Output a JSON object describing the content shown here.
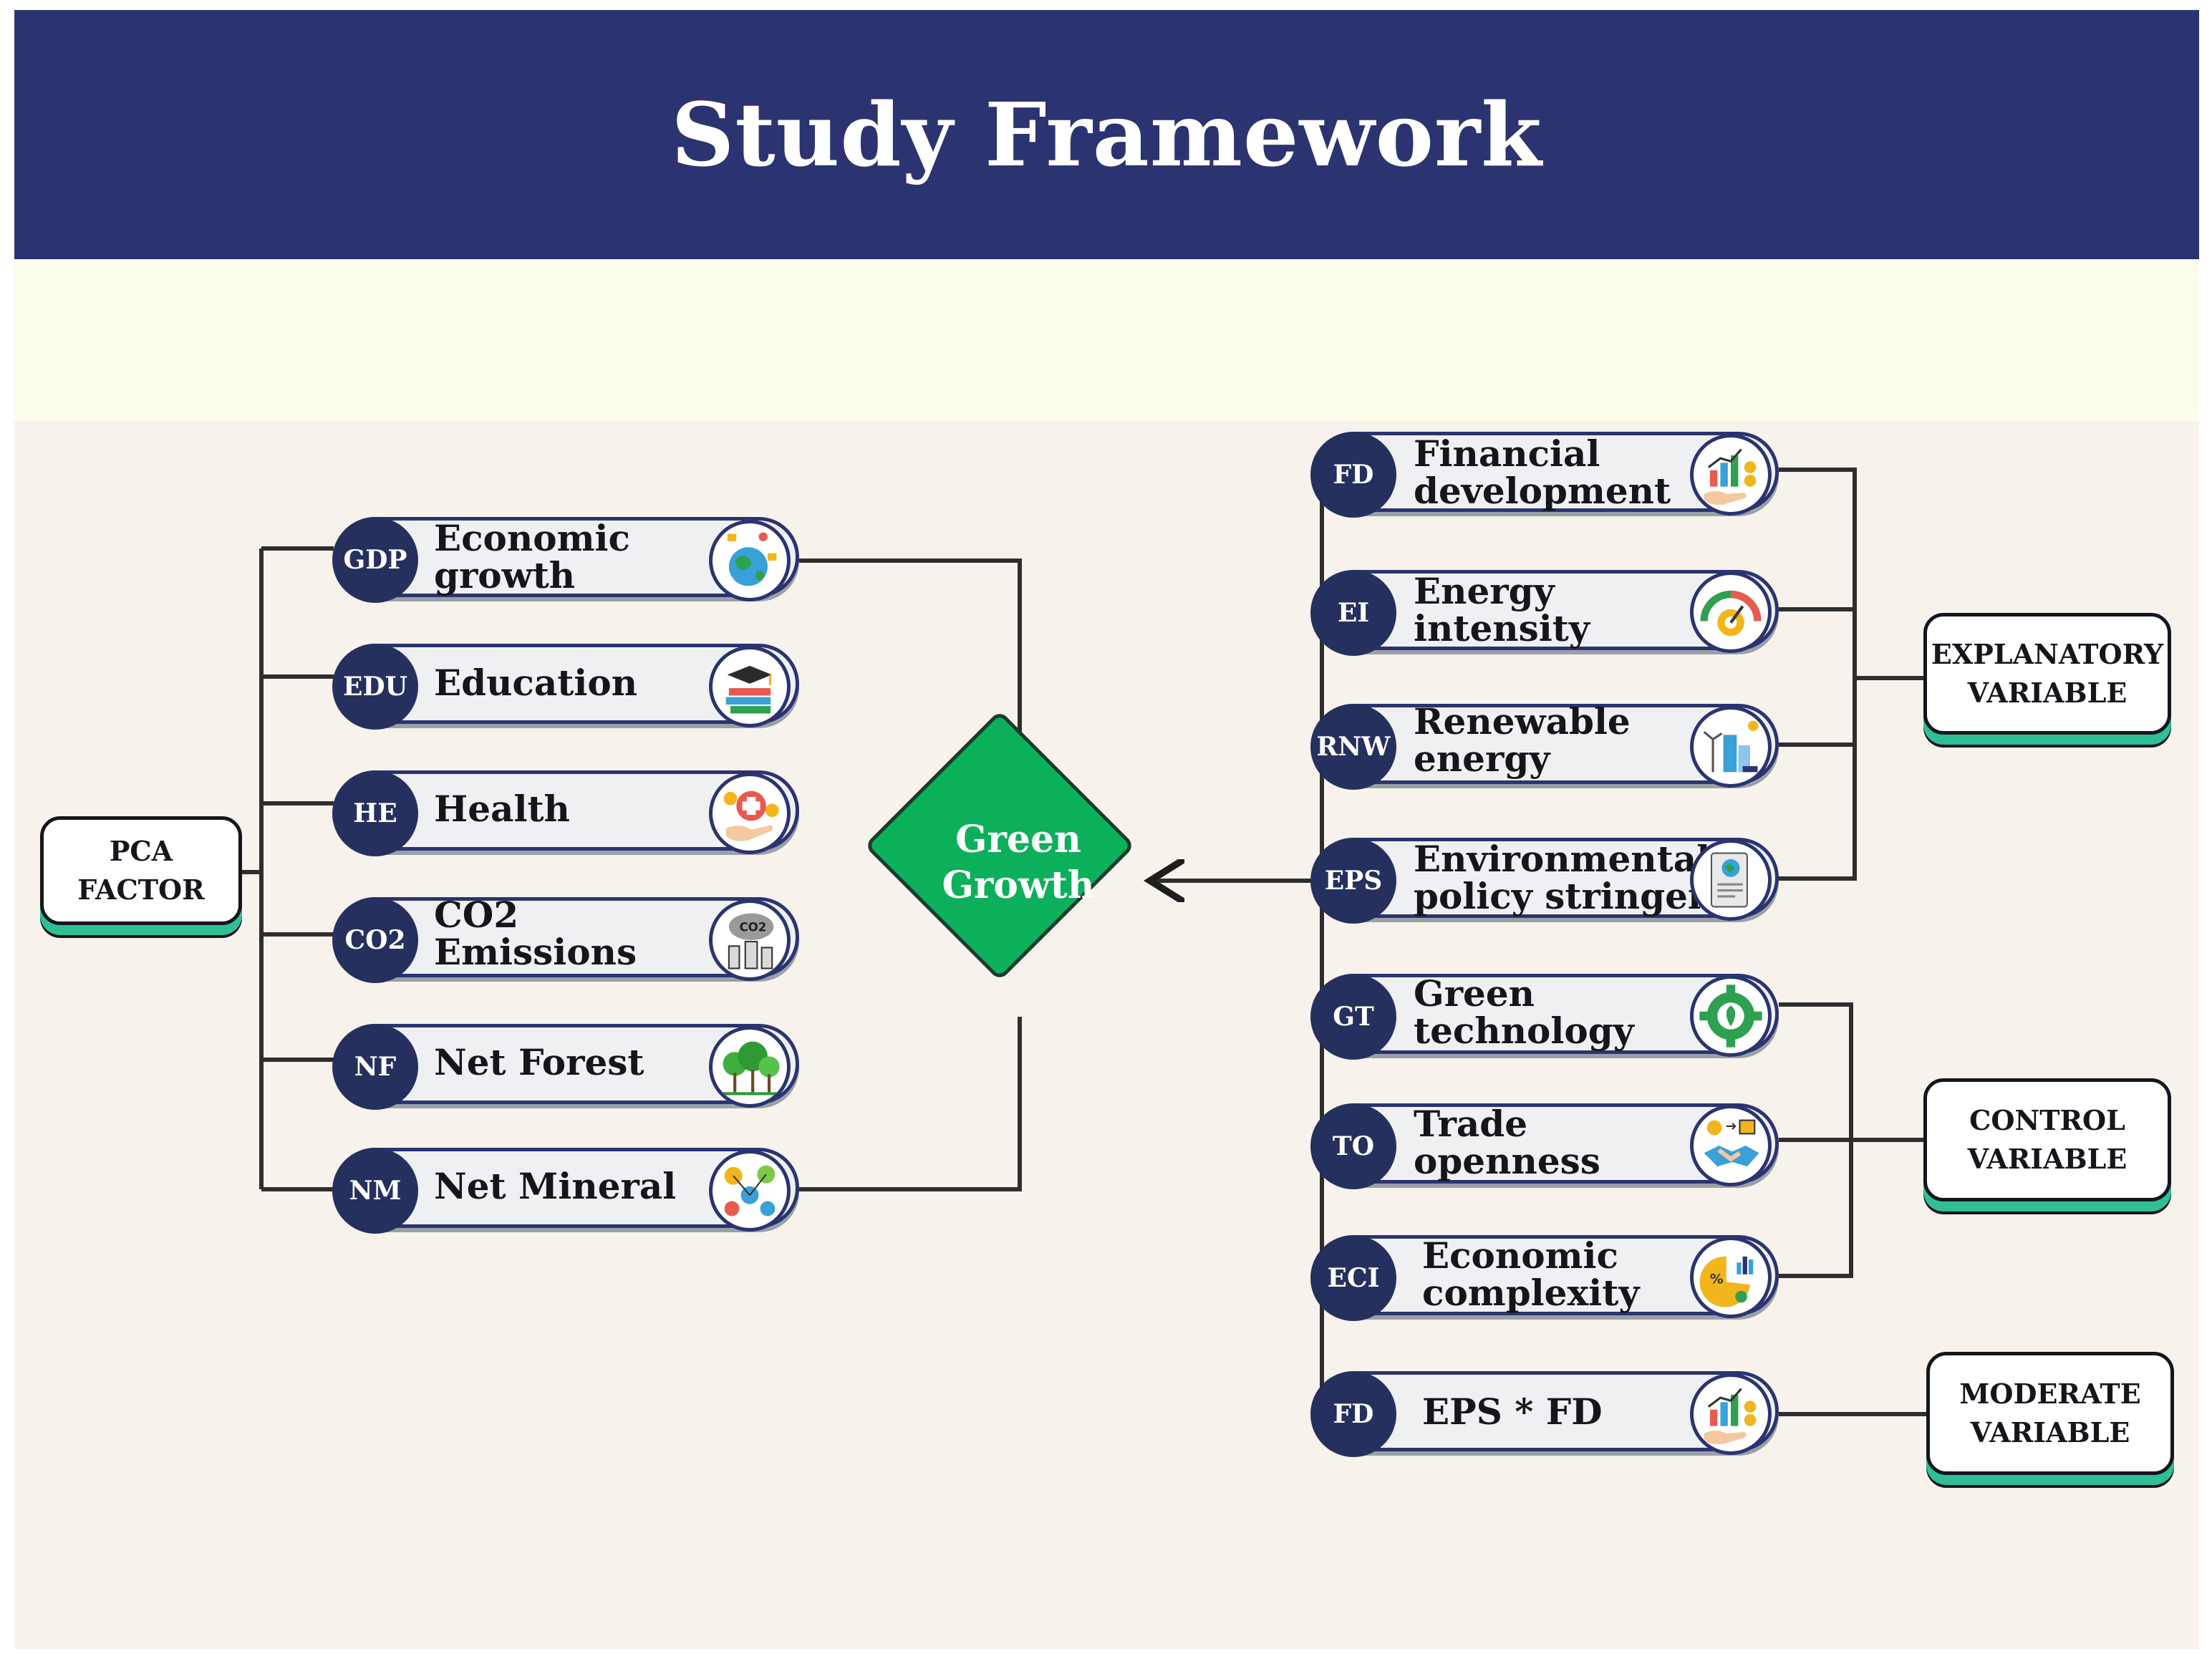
{
  "title": "Study Framework",
  "colors": {
    "header_bg": "#2b3470",
    "band_bg": "#fdfdee",
    "canvas_bg": "#f7f2ec",
    "abbr_circle": "#26305f",
    "diamond_fill": "#0db05a",
    "box_accent": "#2fbf97"
  },
  "center_node": {
    "label": "Green\nGrowth"
  },
  "groups": {
    "pca": "PCA\nFACTOR",
    "explanatory": "EXPLANATORY\nVARIABLE",
    "control": "CONTROL\nVARIABLE",
    "moderate": "MODERATE\nVARIABLE"
  },
  "left_items": [
    {
      "abbr": "GDP",
      "label": "Economic\ngrowth",
      "icon": "globe-economy-icon"
    },
    {
      "abbr": "EDU",
      "label": "Education",
      "icon": "graduation-books-icon"
    },
    {
      "abbr": "HE",
      "label": "Health",
      "icon": "health-hand-icon"
    },
    {
      "abbr": "CO2",
      "label": "CO2\nEmissions",
      "icon": "factory-co2-icon"
    },
    {
      "abbr": "NF",
      "label": "Net Forest",
      "icon": "forest-trees-icon"
    },
    {
      "abbr": "NM",
      "label": "Net Mineral",
      "icon": "mineral-molecules-icon"
    }
  ],
  "right_items": [
    {
      "abbr": "FD",
      "label": "Financial\ndevelopment",
      "icon": "finance-growth-icon"
    },
    {
      "abbr": "EI",
      "label": "Energy\nintensity",
      "icon": "energy-gauge-icon"
    },
    {
      "abbr": "RNW",
      "label": "Renewable\nenergy",
      "icon": "renewable-city-icon"
    },
    {
      "abbr": "EPS",
      "label": "Environmental\npolicy stringency",
      "icon": "policy-document-icon"
    },
    {
      "abbr": "GT",
      "label": "Green\ntechnology",
      "icon": "green-gear-icon"
    },
    {
      "abbr": "TO",
      "label": "Trade\nopenness",
      "icon": "trade-handshake-icon"
    },
    {
      "abbr": "ECI",
      "label": "Economic\ncomplexity",
      "icon": "complexity-chart-icon"
    },
    {
      "abbr": "FD",
      "label": "EPS * FD",
      "icon": "finance-growth-icon"
    }
  ]
}
